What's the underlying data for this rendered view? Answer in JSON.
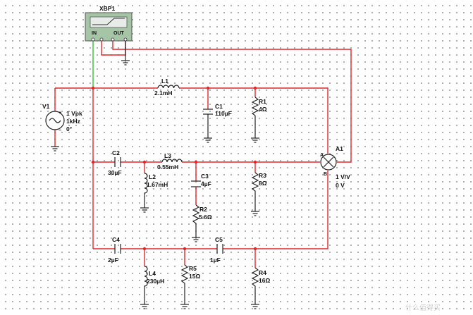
{
  "bode_plotter": {
    "name": "XBP1",
    "in_label": "IN",
    "out_label": "OUT"
  },
  "source": {
    "name": "V1",
    "amplitude": "1 Vpk",
    "frequency": "1kHz",
    "phase": "0°"
  },
  "components": [
    {
      "name": "L1",
      "value": "2.1mH"
    },
    {
      "name": "C1",
      "value": "110µF"
    },
    {
      "name": "R1",
      "value": "4Ω"
    },
    {
      "name": "C2",
      "value": "30µF"
    },
    {
      "name": "L3",
      "value": "0.55mH"
    },
    {
      "name": "L2",
      "value": "1.67mH"
    },
    {
      "name": "C3",
      "value": "4µF"
    },
    {
      "name": "R3",
      "value": "8Ω"
    },
    {
      "name": "R2",
      "value": "5.6Ω"
    },
    {
      "name": "C4",
      "value": "2µF"
    },
    {
      "name": "C5",
      "value": "1µF"
    },
    {
      "name": "L4",
      "value": "230µH"
    },
    {
      "name": "R5",
      "value": "15Ω"
    },
    {
      "name": "R4",
      "value": "16Ω"
    }
  ],
  "adder": {
    "name": "A1",
    "gain": "1 V/V",
    "offset": "0 V"
  },
  "watermark": "什么值得买"
}
